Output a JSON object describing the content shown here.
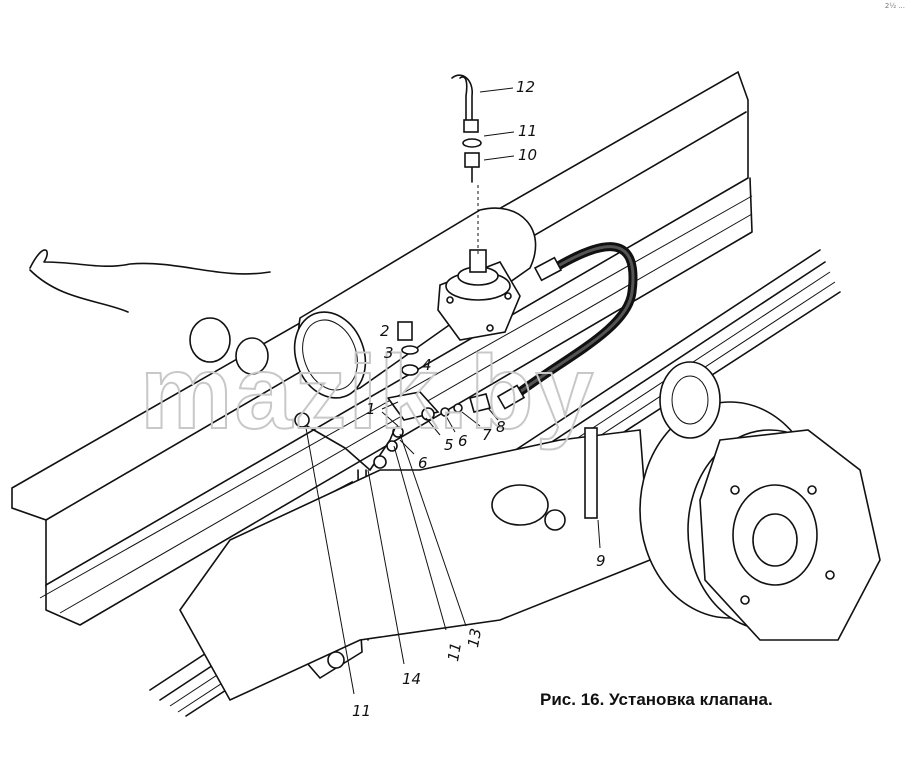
{
  "figure": {
    "caption": "Рис. 16. Установка клапана.",
    "watermark": "mazik.by",
    "corner_mark": "2½ ..."
  },
  "callouts": [
    {
      "id": "c12",
      "label": "12"
    },
    {
      "id": "c11top",
      "label": "11"
    },
    {
      "id": "c10",
      "label": "10"
    },
    {
      "id": "c2",
      "label": "2"
    },
    {
      "id": "c3",
      "label": "3"
    },
    {
      "id": "c4",
      "label": "4"
    },
    {
      "id": "c1",
      "label": "1"
    },
    {
      "id": "c5",
      "label": "5"
    },
    {
      "id": "c6a",
      "label": "6"
    },
    {
      "id": "c7",
      "label": "7"
    },
    {
      "id": "c8",
      "label": "8"
    },
    {
      "id": "c6b",
      "label": "6"
    },
    {
      "id": "c9",
      "label": "9"
    },
    {
      "id": "c11mid",
      "label": "11"
    },
    {
      "id": "c13",
      "label": "13"
    },
    {
      "id": "c14",
      "label": "14"
    },
    {
      "id": "c11bot",
      "label": "11"
    }
  ]
}
